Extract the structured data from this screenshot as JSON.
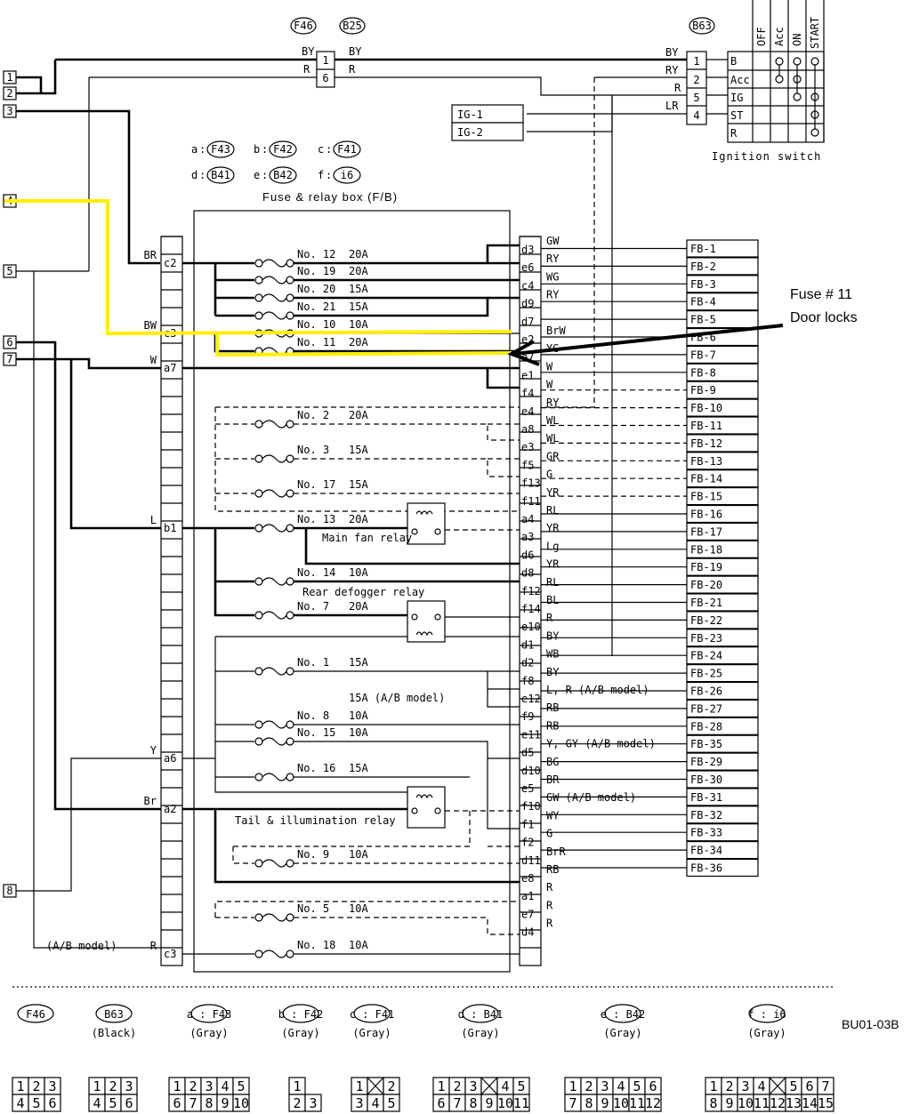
{
  "title": "Fuse & relay box (F/B)",
  "doc_id": "BU01-03B",
  "annotation": {
    "line1": "Fuse # 11",
    "line2": "Door locks"
  },
  "connector_keys": [
    {
      "key": "a",
      "conn": "F43"
    },
    {
      "key": "b",
      "conn": "F42"
    },
    {
      "key": "c",
      "conn": "F41"
    },
    {
      "key": "d",
      "conn": "B41"
    },
    {
      "key": "e",
      "conn": "B42"
    },
    {
      "key": "f",
      "conn": "i6"
    }
  ],
  "top_connectors": {
    "left_a": "F46",
    "left_b": "B25",
    "right": "B63"
  },
  "ignition": {
    "label": "Ignition switch",
    "positions": [
      "OFF",
      "Acc",
      "ON",
      "START"
    ],
    "terminals": [
      "B",
      "Acc",
      "IG",
      "ST",
      "R"
    ],
    "pins": [
      "1",
      "2",
      "5",
      "4"
    ],
    "wires": [
      "BY",
      "RY",
      "R",
      "LR"
    ],
    "outputs": [
      "IG-1",
      "IG-2"
    ]
  },
  "f46_pins": [
    "1",
    "6"
  ],
  "f46_wires": {
    "in1": "BY",
    "in2": "R",
    "out1": "BY",
    "out2": "R"
  },
  "left_terminals": [
    "1",
    "2",
    "3",
    "4",
    "5",
    "6",
    "7",
    "8"
  ],
  "left_conn_pins": [
    {
      "pin": "c2",
      "wire": "BR"
    },
    {
      "pin": "c3",
      "wire": "BW"
    },
    {
      "pin": "a7",
      "wire": "W"
    },
    {
      "pin": "b1",
      "wire": "L"
    },
    {
      "pin": "a6",
      "wire": "Y"
    },
    {
      "pin": "a2",
      "wire": "Br"
    },
    {
      "pin": "c3",
      "wire": "R",
      "note": "(A/B model)"
    }
  ],
  "fuses": [
    {
      "no": "No. 12",
      "amp": "20A"
    },
    {
      "no": "No. 19",
      "amp": "20A"
    },
    {
      "no": "No. 20",
      "amp": "15A"
    },
    {
      "no": "No. 21",
      "amp": "15A"
    },
    {
      "no": "No. 10",
      "amp": "10A"
    },
    {
      "no": "No. 11",
      "amp": "20A"
    },
    {
      "no": "No. 2",
      "amp": "20A"
    },
    {
      "no": "No. 3",
      "amp": "15A"
    },
    {
      "no": "No. 17",
      "amp": "15A"
    },
    {
      "no": "No. 13",
      "amp": "20A"
    },
    {
      "no": "No. 14",
      "amp": "10A"
    },
    {
      "no": "No. 7",
      "amp": "20A"
    },
    {
      "no": "No. 1",
      "amp": "15A"
    },
    {
      "no": "No. 8",
      "amp": "10A"
    },
    {
      "no": "No. 15",
      "amp": "10A"
    },
    {
      "no": "No. 16",
      "amp": "15A"
    },
    {
      "no": "No. 9",
      "amp": "10A"
    },
    {
      "no": "No. 5",
      "amp": "10A"
    },
    {
      "no": "No. 18",
      "amp": "10A"
    }
  ],
  "relays": {
    "main_fan": "Main fan\nrelay",
    "rear_defogger": "Rear defogger relay",
    "tail": "Tail & illumination\nrelay",
    "ab_15a": "15A (A/B model)"
  },
  "right_pins": [
    "d3",
    "e6",
    "c4",
    "d9",
    "d7",
    "e2",
    "e7",
    "e1",
    "f4",
    "e4",
    "a8",
    "e3",
    "f5",
    "f13",
    "f11",
    "a4",
    "a3",
    "d6",
    "d8",
    "f12",
    "f14",
    "e10",
    "d1",
    "d2",
    "f8",
    "e12",
    "f9",
    "e11",
    "d5",
    "d10",
    "e5",
    "f10",
    "f1",
    "f2",
    "d11",
    "e8",
    "a1",
    "e7",
    "d4"
  ],
  "right_wires": [
    "GW",
    "RY",
    "WG",
    "RY",
    "",
    "BrW",
    "YG",
    "W",
    "W",
    "RY",
    "WL",
    "WL",
    "GR",
    "G",
    "YR",
    "RL",
    "YR",
    "Lg",
    "YR",
    "RL",
    "BL",
    "R",
    "BY",
    "WB",
    "BY",
    "L, R (A/B model)",
    "RB",
    "RB",
    "Y, GY (A/B model)",
    "BG",
    "BR",
    "GW (A/B model)",
    "WY",
    "G",
    "BrR",
    "RB",
    "R",
    "R",
    "R"
  ],
  "fb_outputs": [
    "FB-1",
    "FB-2",
    "FB-3",
    "FB-4",
    "FB-5",
    "FB-6",
    "FB-7",
    "FB-8",
    "FB-9",
    "FB-10",
    "FB-11",
    "FB-12",
    "FB-13",
    "FB-14",
    "FB-15",
    "FB-16",
    "FB-17",
    "FB-18",
    "FB-19",
    "FB-20",
    "FB-21",
    "FB-22",
    "FB-23",
    "FB-24",
    "FB-25",
    "FB-26",
    "FB-27",
    "FB-28",
    "FB-35",
    "FB-29",
    "FB-30",
    "FB-31",
    "FB-32",
    "FB-33",
    "FB-34",
    "FB-36"
  ],
  "legend": [
    {
      "id": "F46",
      "sub": ""
    },
    {
      "id": "B63",
      "sub": "(Black)"
    },
    {
      "id": "a : F43",
      "sub": "(Gray)"
    },
    {
      "id": "b : F42",
      "sub": "(Gray)"
    },
    {
      "id": "c : F41",
      "sub": "(Gray)"
    },
    {
      "id": "d : B41",
      "sub": "(Gray)"
    },
    {
      "id": "e : B42",
      "sub": "(Gray)"
    },
    {
      "id": "f : i6",
      "sub": "(Gray)"
    }
  ],
  "connector_faces": [
    {
      "top": [
        "1",
        "2",
        "3"
      ],
      "bottom": [
        "4",
        "5",
        "6"
      ]
    },
    {
      "top": [
        "1",
        "2",
        "3"
      ],
      "bottom": [
        "4",
        "5",
        "6"
      ]
    },
    {
      "top": [
        "1",
        "2",
        "3",
        "4",
        "5"
      ],
      "bottom": [
        "6",
        "7",
        "8",
        "9",
        "10"
      ]
    },
    {
      "top": [
        "1"
      ],
      "bottom": [
        "2",
        "3"
      ]
    },
    {
      "top": [
        "1",
        "",
        "2"
      ],
      "bottom": [
        "3",
        "4",
        "5"
      ]
    },
    {
      "top": [
        "1",
        "2",
        "3",
        "",
        "4",
        "5"
      ],
      "bottom": [
        "6",
        "7",
        "8",
        "9",
        "10",
        "11"
      ]
    },
    {
      "top": [
        "1",
        "2",
        "3",
        "4",
        "5",
        "6"
      ],
      "bottom": [
        "7",
        "8",
        "9",
        "10",
        "11",
        "12"
      ]
    },
    {
      "top": [
        "1",
        "2",
        "3",
        "4",
        "",
        "5",
        "6",
        "7"
      ],
      "bottom": [
        "8",
        "9",
        "10",
        "11",
        "12",
        "13",
        "14",
        "15"
      ]
    }
  ]
}
